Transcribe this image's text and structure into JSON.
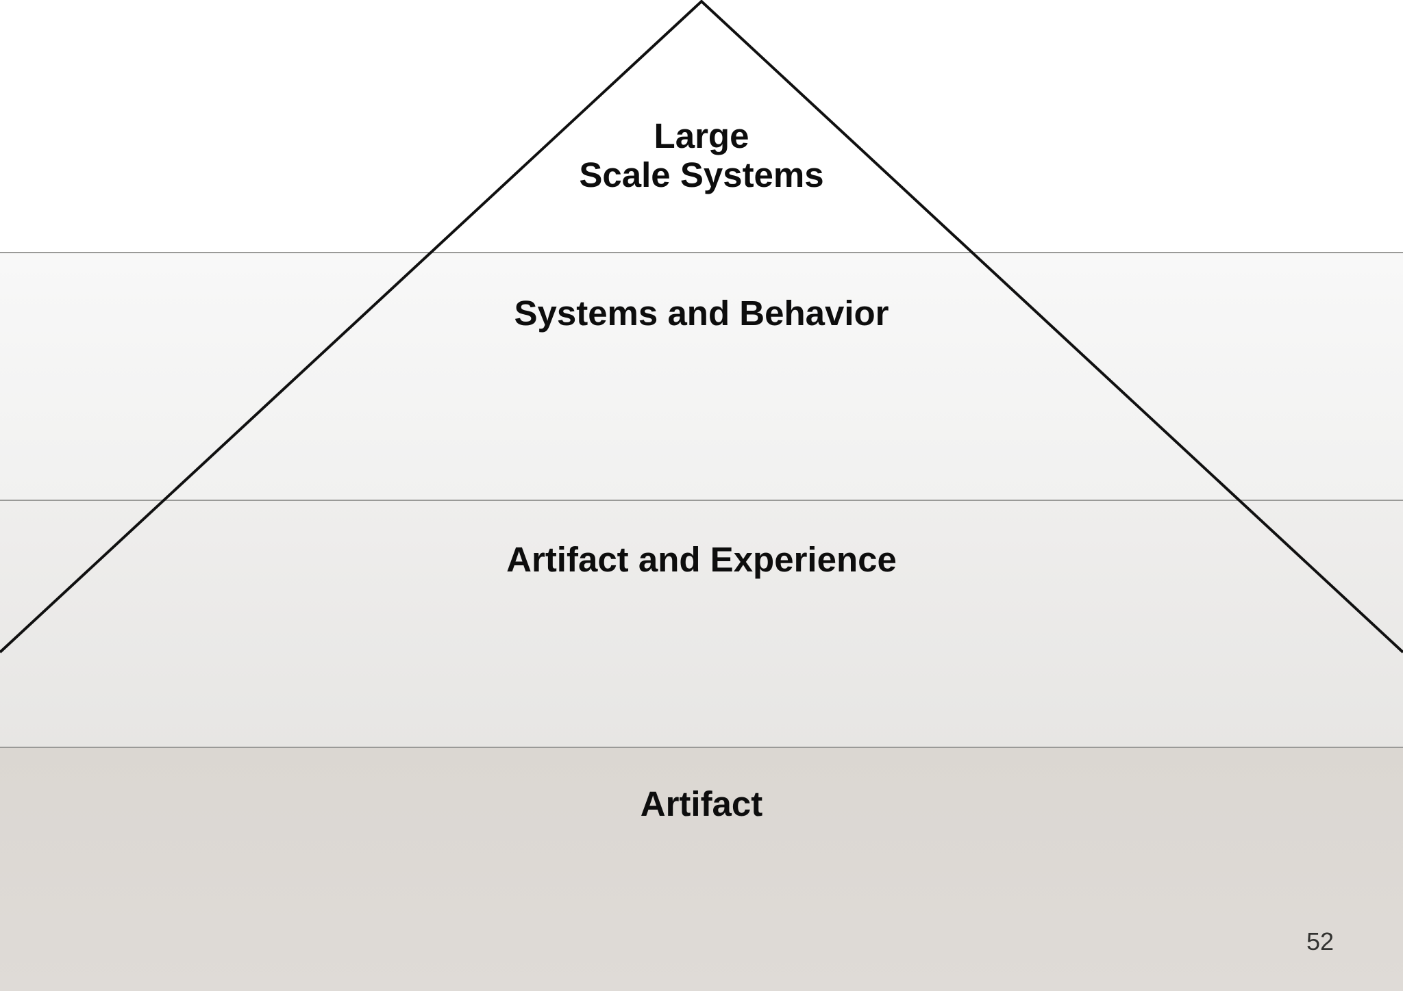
{
  "page_number": "52",
  "levels": [
    {
      "id": "large-scale-systems",
      "label_lines": [
        "Large",
        "Scale Systems"
      ]
    },
    {
      "id": "systems-and-behavior",
      "label": "Systems and Behavior"
    },
    {
      "id": "artifact-and-experience",
      "label": "Artifact and Experience"
    },
    {
      "id": "artifact",
      "label": "Artifact"
    }
  ],
  "colors": {
    "top_band": "#ffffff",
    "systems_behavior_band_top": "#f8f8f8",
    "systems_behavior_band_bottom": "#f1f1f0",
    "artifact_experience_band_top": "#efeeed",
    "artifact_experience_band_bottom": "#e7e6e4",
    "artifact_band_top": "#dbd7d2",
    "artifact_band_bottom": "#dfdbd7",
    "divider_line": "#9a9a98",
    "pyramid_outline": "#101010",
    "label_text": "#0d0d0d",
    "page_number_text": "#333331"
  }
}
